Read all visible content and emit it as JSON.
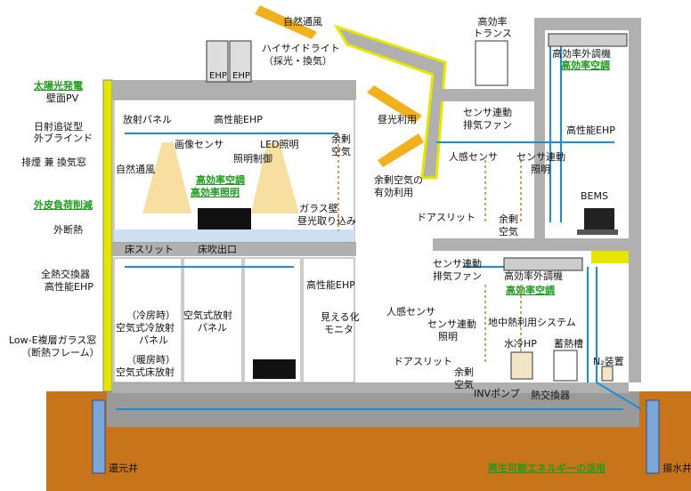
{
  "colors": {
    "ground": "#c8741a",
    "wall": "#b0b0b0",
    "frame": "#e6e600",
    "duct": "#1a8fd6",
    "dash": "#d8a060",
    "green": "#1f9a1f"
  },
  "labels": {
    "shizen_tsufu_top": "自然通風",
    "high_side_light": "ハイサイドライト",
    "high_side_light_sub": "（採光・換気）",
    "transformer_1": "高効率",
    "transformer_2": "トランス",
    "roof_outdoor_unit": "高効率外調機",
    "roof_hvac": "高効率空調",
    "solar_pv": "太陽光発電",
    "wall_pv": "壁面PV",
    "sun_tracking_1": "日射追従型",
    "sun_tracking_2": "外ブラインド",
    "smoke_vent": "排煙 兼 換気窓",
    "natural_vent_left": "自然通風",
    "outer_load": "外皮負荷削減",
    "insulation": "外断熱",
    "heat_exchanger_1": "全熱交換器",
    "heat_exchanger_2": "高性能EHP",
    "lowe_1": "Low-E複層ガラス窓",
    "lowe_2": "（断熱フレーム）",
    "radiant_panel": "放射パネル",
    "ehp_office": "高性能EHP",
    "image_sensor": "画像センサ",
    "led": "LED照明",
    "light_control": "照明制御",
    "eff_hvac_office": "高効率空調",
    "eff_light_office": "高効率照明",
    "excess_air_1": "余剰",
    "excess_air_2": "空気",
    "glass_wall_1": "ガラス壁",
    "glass_wall_2": "昼光取り込み",
    "floor_slit": "床スリット",
    "floor_outlet": "床吹出口",
    "daylight_use": "昼光利用",
    "excess_use_1": "余剰空気の",
    "excess_use_2": "有効利用",
    "sensor_fan_1": "センサ連動",
    "sensor_fan_2": "排気ファン",
    "ehp_right": "高性能EHP",
    "human_sensor": "人感センサ",
    "sensor_light_1": "センサ連動",
    "sensor_light_2": "照明",
    "bems": "BEMS",
    "door_slit": "ドアスリット",
    "excess_air_r1": "余剰",
    "excess_air_r2": "空気",
    "cool_1": "（冷房時）",
    "cool_2": "空気式冷放射",
    "cool_3": "パネル",
    "air_rad_1": "空気式放射",
    "air_rad_2": "パネル",
    "warm_1": "（暖房時）",
    "warm_2": "空気式床放射",
    "ehp_meeting": "高性能EHP",
    "monitor_1": "見える化",
    "monitor_2": "モニタ",
    "sensor_fan_b1": "センサ連動",
    "sensor_fan_b2": "排気ファン",
    "outdoor_unit_b": "高効率外調機",
    "hvac_b": "高効率空調",
    "human_sensor_b": "人感センサ",
    "sensor_light_b1": "センサ連動",
    "sensor_light_b2": "照明",
    "geothermal": "地中熱利用システム",
    "water_hp": "水冷HP",
    "thermal_storage": "蓄熱槽",
    "n2": "N₂装置",
    "door_slit_b": "ドアスリット",
    "excess_air_b1": "余剰",
    "excess_air_b2": "空気",
    "inv_pump": "INVポンプ",
    "heat_exchanger_b": "熱交換器",
    "return_well": "還元井",
    "pump_well": "揚水井",
    "renewable": "再生可能エネルギーの活用",
    "ehp": "EHP"
  }
}
